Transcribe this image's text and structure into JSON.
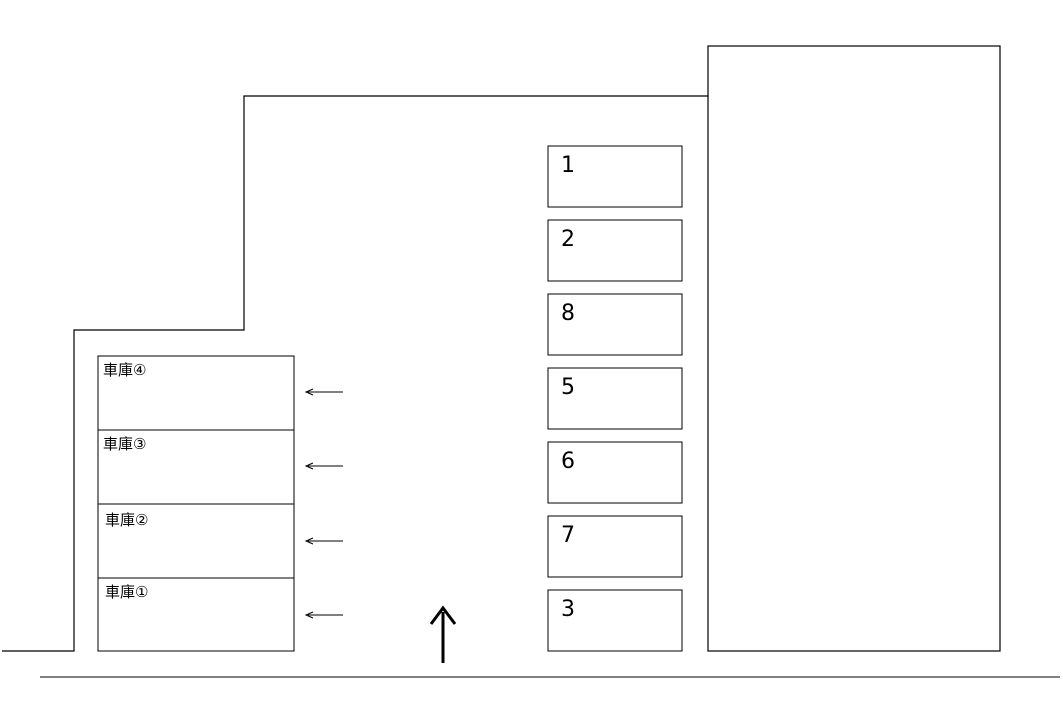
{
  "parking_spaces": [
    {
      "id": "space-1",
      "label": "1"
    },
    {
      "id": "space-2",
      "label": "2"
    },
    {
      "id": "space-8",
      "label": "8"
    },
    {
      "id": "space-5",
      "label": "5"
    },
    {
      "id": "space-6",
      "label": "6"
    },
    {
      "id": "space-7",
      "label": "7"
    },
    {
      "id": "space-3",
      "label": "3"
    }
  ],
  "garages": [
    {
      "id": "garage-4",
      "label": "車庫④"
    },
    {
      "id": "garage-3",
      "label": "車庫③"
    },
    {
      "id": "garage-2",
      "label": "車庫②"
    },
    {
      "id": "garage-1",
      "label": "車庫①"
    }
  ]
}
